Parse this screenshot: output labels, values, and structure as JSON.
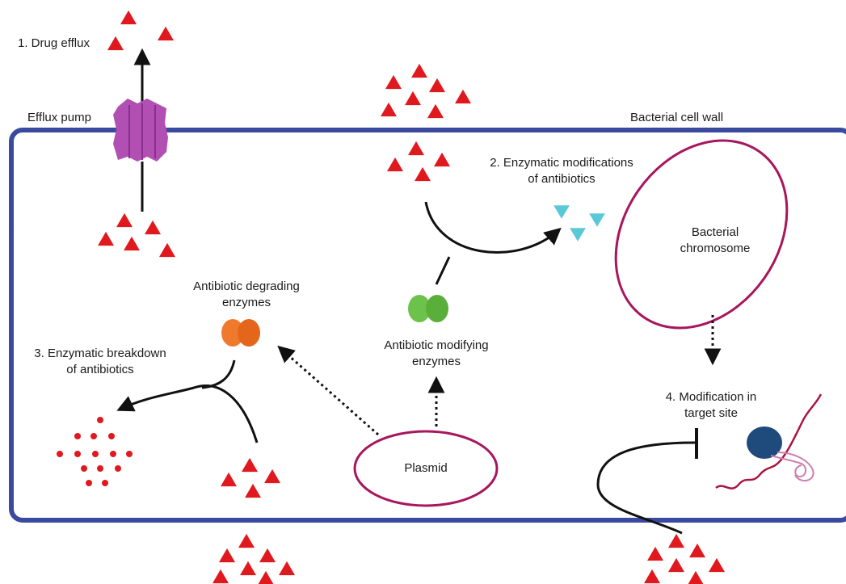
{
  "labels": {
    "drug_efflux": "1. Drug efflux",
    "efflux_pump": "Efflux pump",
    "cell_wall": "Bacterial cell wall",
    "enzymatic_mod_line1": "2. Enzymatic modifications",
    "enzymatic_mod_line2": "of antibiotics",
    "chromosome_line1": "Bacterial",
    "chromosome_line2": "chromosome",
    "degrading_line1": "Antibiotic degrading",
    "degrading_line2": "enzymes",
    "breakdown_line1": "3. Enzymatic breakdown",
    "breakdown_line2": "of antibiotics",
    "modifying_line1": "Antibiotic modifying",
    "modifying_line2": "enzymes",
    "target_line1": "4. Modification in",
    "target_line2": "target site",
    "plasmid": "Plasmid"
  },
  "colors": {
    "cell_wall": "#3a4aa0",
    "antibiotic": "#e0191e",
    "modified_antibiotic": "#5bc8d8",
    "efflux_pump": "#b14fb2",
    "degrading_enzyme": "#f07a2c",
    "modifying_enzyme": "#6cc24a",
    "ribosome": "#1f4a7c",
    "dna_strand": "#a8163f",
    "chromosome": "#a8165c"
  },
  "icons": [
    "efflux-pump-icon",
    "degrading-enzyme-icon",
    "modifying-enzyme-icon",
    "ribosome-icon",
    "antibiotic-triangle-icon",
    "modified-antibiotic-icon"
  ]
}
